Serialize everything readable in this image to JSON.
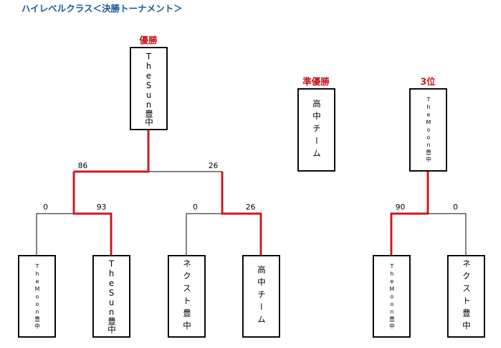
{
  "title": "ハイレベルクラス＜決勝トーナメント＞",
  "colors": {
    "win_line": "#c8161d",
    "line": "#000000",
    "title": "#1a5a9a",
    "rank": "#c8161d"
  },
  "results": {
    "champion": {
      "label": "優勝",
      "team": "TheSun豊中"
    },
    "runner_up": {
      "label": "準優勝",
      "team": "高中チーム"
    },
    "third": {
      "label": "3位",
      "team": "TheMoon豊中"
    }
  },
  "main_bracket": {
    "teams": [
      "TheMoon豊中",
      "TheSun豊中",
      "ネクスト豊中",
      "高中チーム"
    ],
    "semifinal_1": {
      "left_score": "0",
      "right_score": "93",
      "winner": "TheSun豊中"
    },
    "semifinal_2": {
      "left_score": "0",
      "right_score": "26",
      "winner": "高中チーム"
    },
    "final": {
      "left_score": "86",
      "right_score": "26",
      "winner": "TheSun豊中"
    }
  },
  "third_place_bracket": {
    "teams": [
      "TheMoon豊中",
      "ネクスト豊中"
    ],
    "match": {
      "left_score": "90",
      "right_score": "0",
      "winner": "TheMoon豊中"
    }
  }
}
